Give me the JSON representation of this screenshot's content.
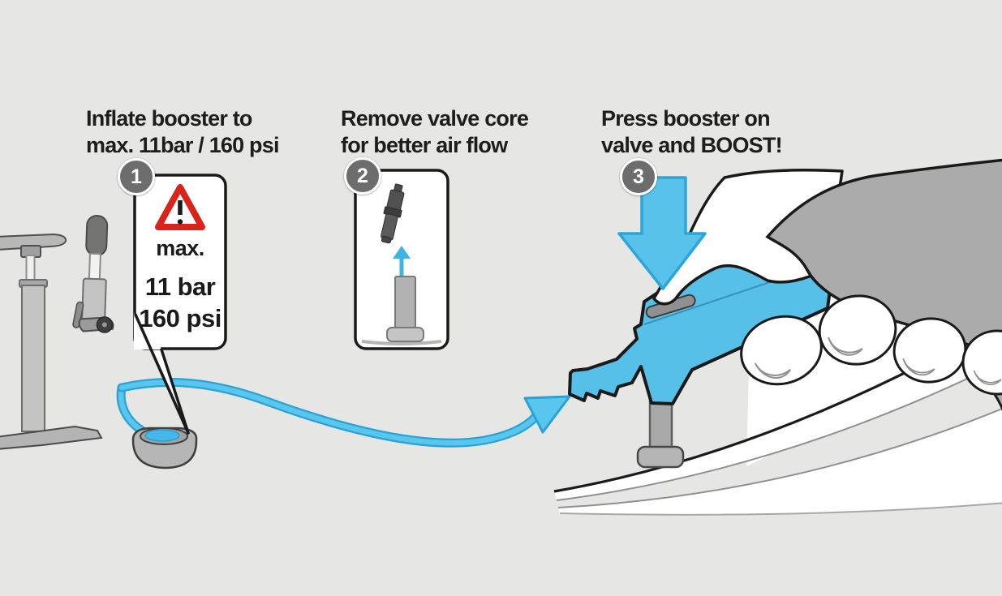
{
  "page": {
    "background": "#e6e6e5"
  },
  "colors": {
    "accent_blue": "#57c0e8",
    "blue_outline": "#2ba6da",
    "warning_red": "#d9241c",
    "line_black": "#1a1a1a",
    "badge_gray": "#6d6d6d"
  },
  "steps": [
    {
      "number": "1",
      "title_line1": "Inflate booster to",
      "title_line2": "max. 11bar / 160 psi"
    },
    {
      "number": "2",
      "title_line1": "Remove valve core",
      "title_line2": "for better air flow"
    },
    {
      "number": "3",
      "title_line1": "Press booster on",
      "title_line2": "valve and BOOST!"
    }
  ],
  "warning_box": {
    "max_label": "max.",
    "pressure_bar": "11 bar",
    "pressure_psi": "160 psi"
  },
  "icons": {
    "warning": "warning-triangle-icon",
    "press": "arrow-down-icon",
    "valve_core": "arrow-up-icon",
    "hose": "hose-arrow-icon"
  }
}
